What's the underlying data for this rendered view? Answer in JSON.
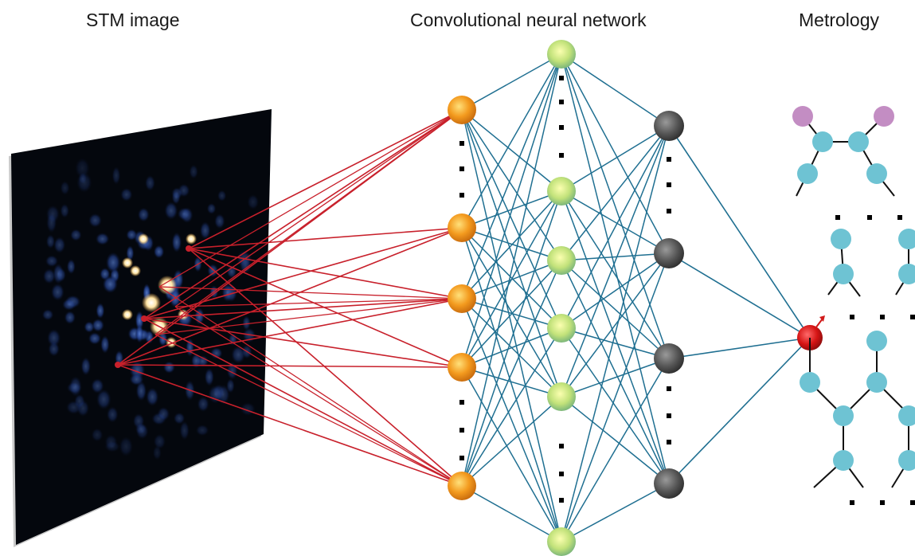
{
  "titles": {
    "stm_image": "STM image",
    "cnn": "Convolutional neural network",
    "metrology": "Metrology"
  },
  "colors": {
    "red_connection": "#c8202b",
    "blue_connection": "#1f6f91",
    "input_node": "#f0961c",
    "hidden_node": "#bfe07a",
    "output_node": "#5a5a5a",
    "final_node": "#d11a1a",
    "molecule_atom": "#6ec3d3",
    "molecule_end_atom": "#c38dc3",
    "stm_background": "#050810",
    "bright_spot": "#fff2cc",
    "dim_spot": "#2f4fb0"
  }
}
